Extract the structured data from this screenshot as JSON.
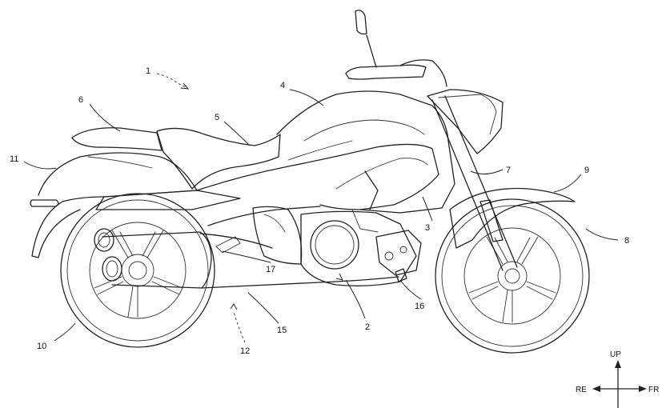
{
  "figure": {
    "reference_numerals": [
      {
        "id": "n1",
        "label": "1"
      },
      {
        "id": "n2",
        "label": "2"
      },
      {
        "id": "n3",
        "label": "3"
      },
      {
        "id": "n4",
        "label": "4"
      },
      {
        "id": "n5",
        "label": "5"
      },
      {
        "id": "n6",
        "label": "6"
      },
      {
        "id": "n7",
        "label": "7"
      },
      {
        "id": "n8",
        "label": "8"
      },
      {
        "id": "n9",
        "label": "9"
      },
      {
        "id": "n10",
        "label": "10"
      },
      {
        "id": "n11",
        "label": "11"
      },
      {
        "id": "n12",
        "label": "12"
      },
      {
        "id": "n15",
        "label": "15"
      },
      {
        "id": "n16",
        "label": "16"
      },
      {
        "id": "n17",
        "label": "17"
      }
    ]
  },
  "direction_indicator": {
    "up": "UP",
    "front": "FR",
    "rear": "RE"
  }
}
